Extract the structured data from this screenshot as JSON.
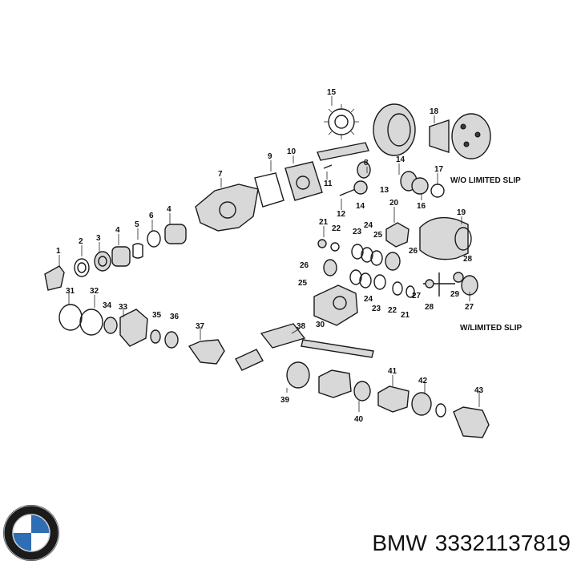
{
  "diagram": {
    "parts": [
      {
        "n": "1"
      },
      {
        "n": "2"
      },
      {
        "n": "3"
      },
      {
        "n": "4"
      },
      {
        "n": "5"
      },
      {
        "n": "6"
      },
      {
        "n": "4"
      },
      {
        "n": "7"
      },
      {
        "n": "9"
      },
      {
        "n": "10"
      },
      {
        "n": "11"
      },
      {
        "n": "12"
      },
      {
        "n": "8"
      },
      {
        "n": "14"
      },
      {
        "n": "13"
      },
      {
        "n": "14"
      },
      {
        "n": "15"
      },
      {
        "n": "16"
      },
      {
        "n": "17"
      },
      {
        "n": "18"
      },
      {
        "n": "19"
      },
      {
        "n": "20"
      },
      {
        "n": "21"
      },
      {
        "n": "22"
      },
      {
        "n": "23"
      },
      {
        "n": "24"
      },
      {
        "n": "25"
      },
      {
        "n": "26"
      },
      {
        "n": "26"
      },
      {
        "n": "25"
      },
      {
        "n": "23"
      },
      {
        "n": "24"
      },
      {
        "n": "22"
      },
      {
        "n": "21"
      },
      {
        "n": "27"
      },
      {
        "n": "28"
      },
      {
        "n": "28"
      },
      {
        "n": "29"
      },
      {
        "n": "27"
      },
      {
        "n": "30"
      },
      {
        "n": "31"
      },
      {
        "n": "32"
      },
      {
        "n": "34"
      },
      {
        "n": "33"
      },
      {
        "n": "35"
      },
      {
        "n": "36"
      },
      {
        "n": "37"
      },
      {
        "n": "38"
      },
      {
        "n": "39"
      },
      {
        "n": "40"
      },
      {
        "n": "41"
      },
      {
        "n": "42"
      },
      {
        "n": "43"
      }
    ],
    "captions": {
      "wo_limited_slip": "W/O LIMITED SLIP",
      "w_limited_slip": "W/LIMITED SLIP"
    }
  },
  "footer": {
    "logo": "bmw-roundel-logo",
    "brand": "BMW",
    "part_number": "33321137819"
  }
}
